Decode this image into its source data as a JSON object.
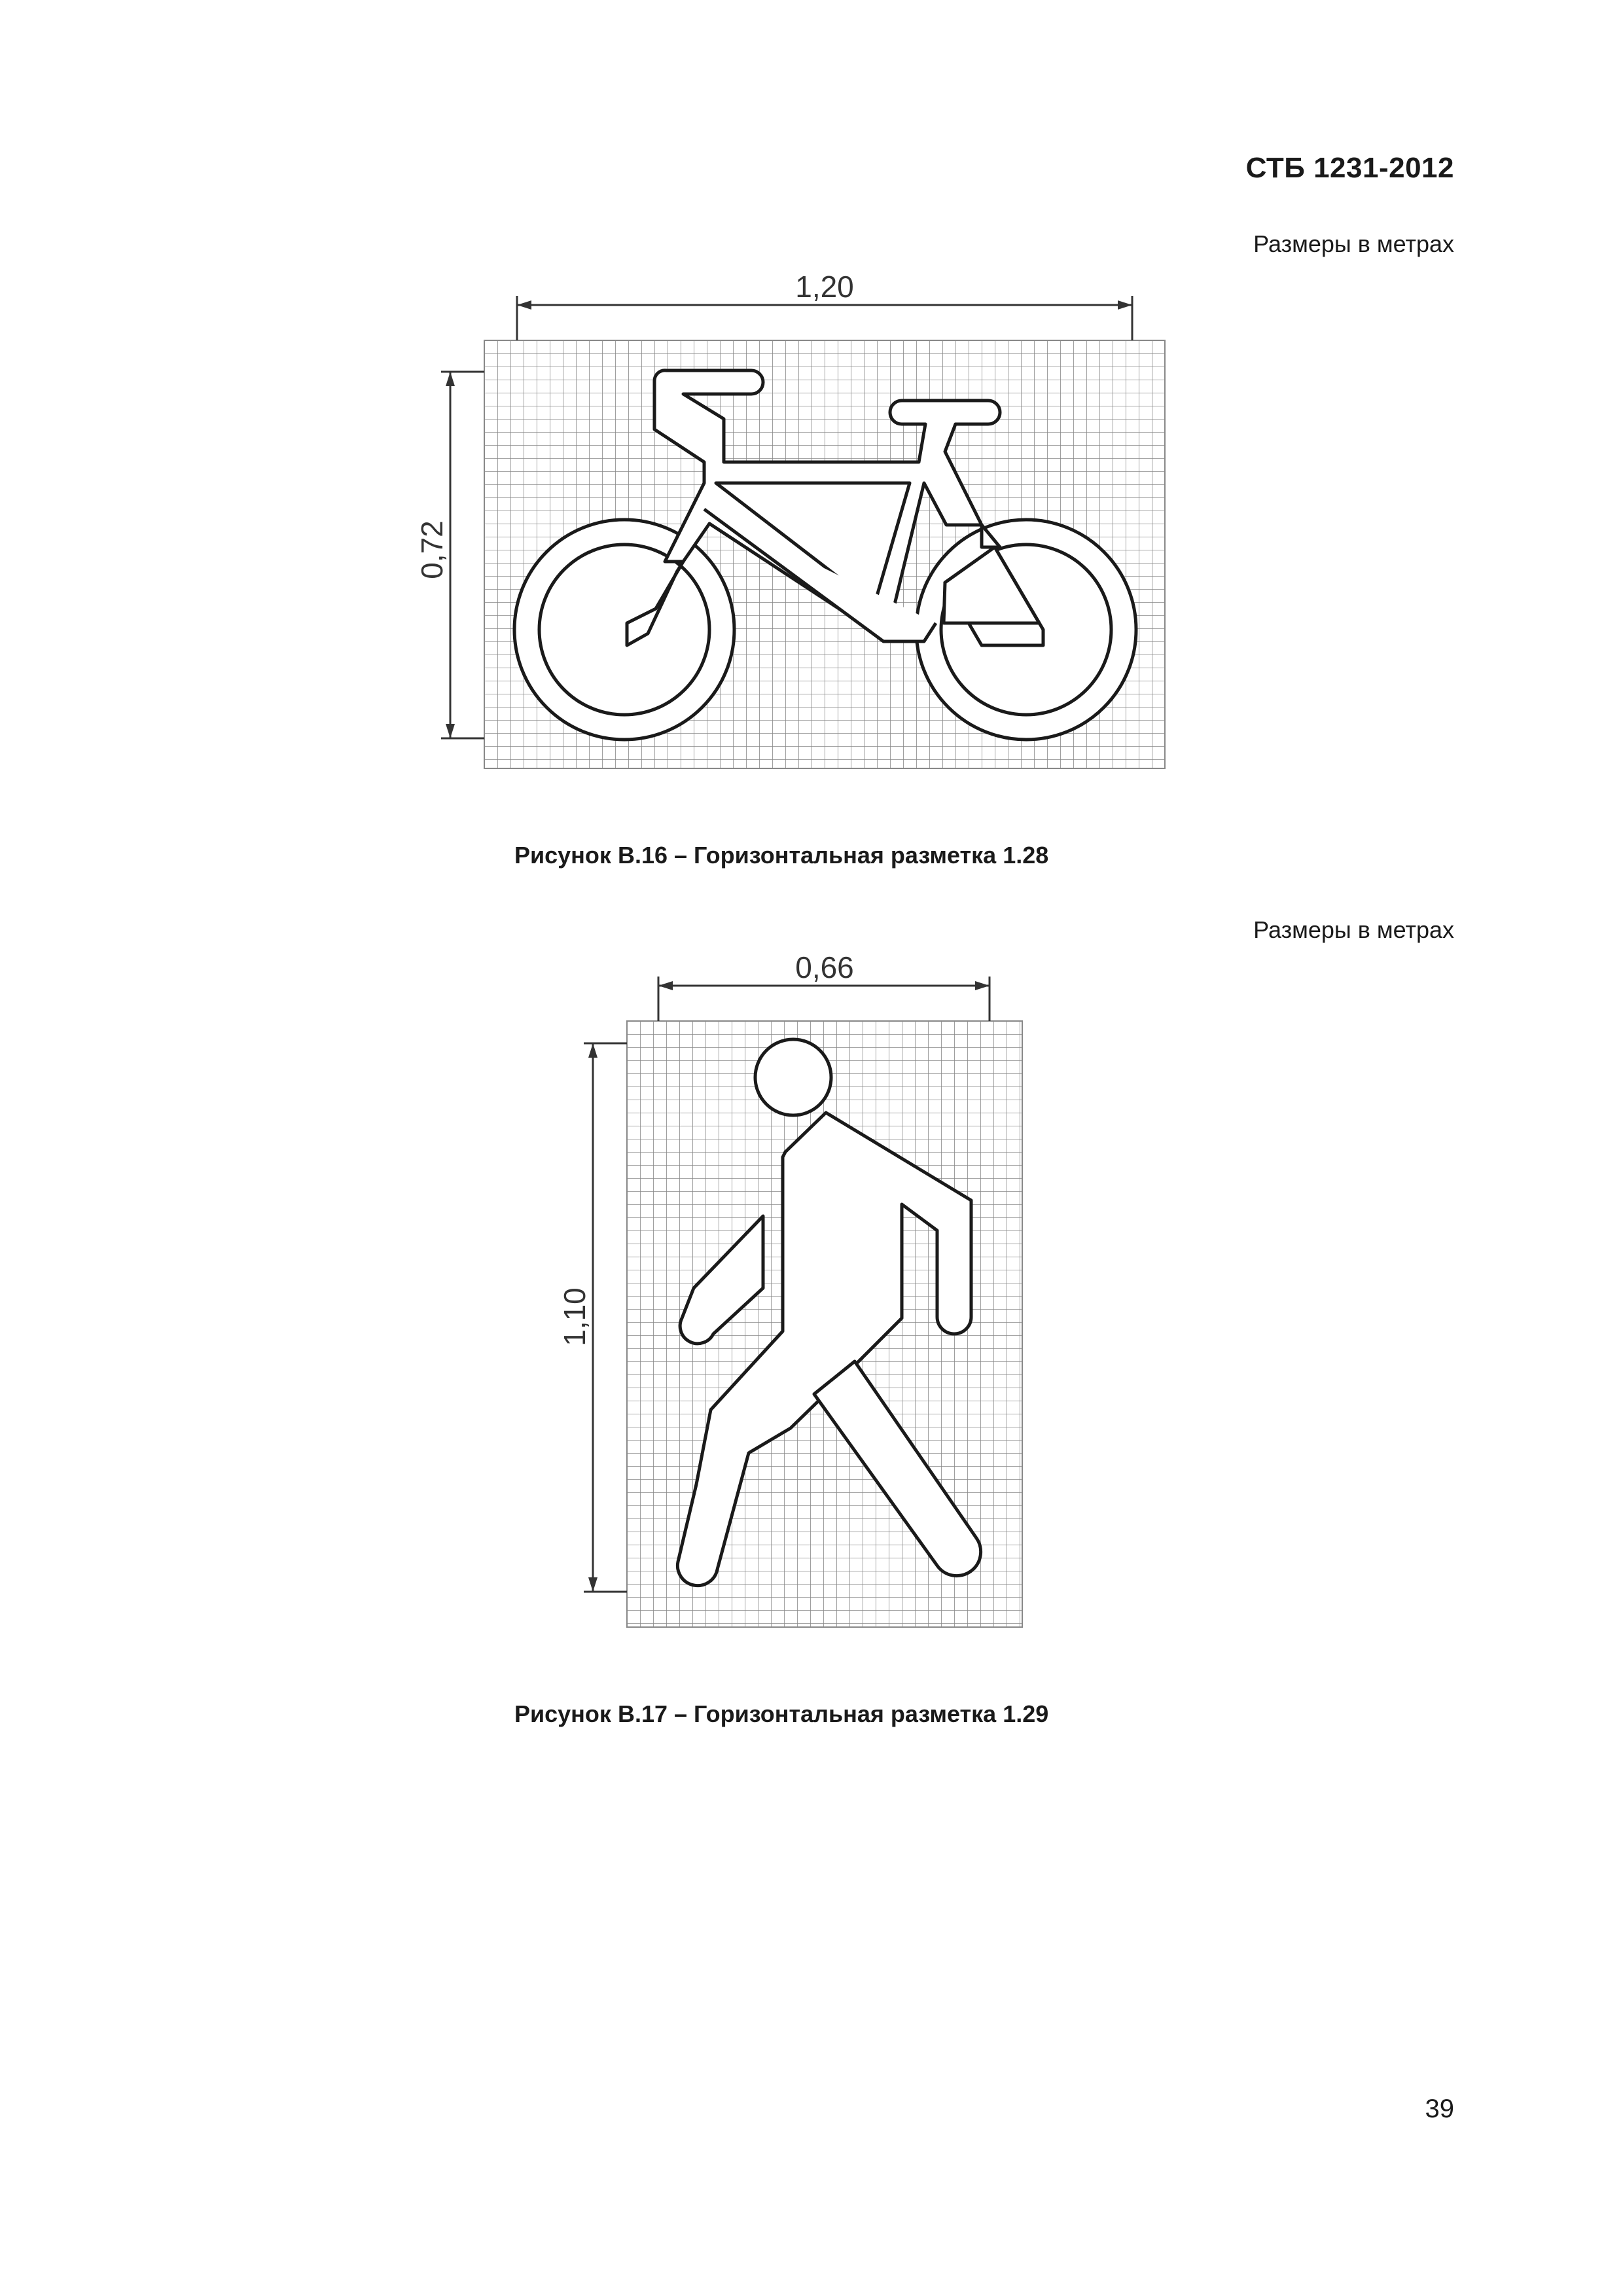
{
  "header": {
    "doc_code": "СТБ 1231-2012"
  },
  "figure1": {
    "units_note": "Размеры в метрах",
    "width_label": "1,20",
    "height_label": "0,72",
    "caption": "Рисунок В.16 – Горизонтальная разметка 1.28",
    "symbol": "bicycle-icon"
  },
  "figure2": {
    "units_note": "Размеры в метрах",
    "width_label": "0,66",
    "height_label": "1,10",
    "caption": "Рисунок В.17 – Горизонтальная разметка 1.29",
    "symbol": "pedestrian-icon"
  },
  "footer": {
    "page_number": "39"
  }
}
